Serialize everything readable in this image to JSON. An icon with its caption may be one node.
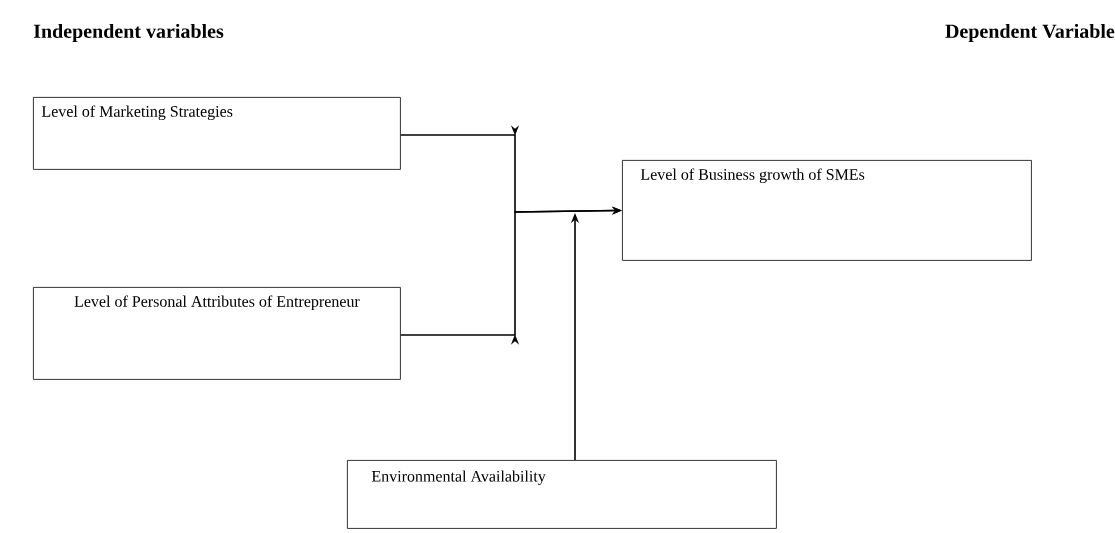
{
  "diagram": {
    "nodes": [
      {
        "text": [
          "Level of Marketing Strategies"
        ]
      },
      {
        "text": [
          "Level of Personal Attributes of Entrepreneur"
        ]
      },
      {
        "text": [
          "Level of Business growth of SMEs"
        ]
      },
      {
        "text": [
          "Environmental Availability"
        ]
      }
    ],
    "edges": [
      {
        "from": 0,
        "to": 2,
        "arrow": "to"
      },
      {
        "from": 1,
        "to": 2,
        "arrow": "to"
      },
      {
        "from": 3,
        "to": null,
        "arrow": "to"
      }
    ],
    "labels": [
      "Independent variables",
      "Dependent Variable"
    ]
  }
}
